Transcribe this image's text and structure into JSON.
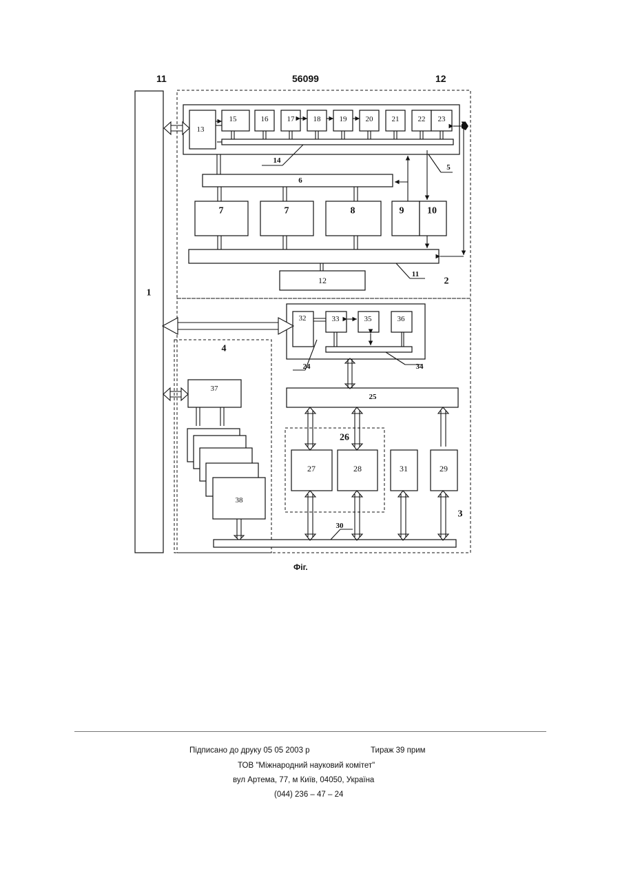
{
  "header": {
    "left": "11",
    "center": "56099",
    "right": "12"
  },
  "figure_caption": "Фіг.",
  "blocks": {
    "b1": "1",
    "b2": "2",
    "b3": "3",
    "b4": "4",
    "b5": "5",
    "b6": "6",
    "b7a": "7",
    "b7b": "7",
    "b8": "8",
    "b9": "9",
    "b10": "10",
    "b11": "11",
    "b12": "12",
    "b13": "13",
    "b14": "14",
    "b15": "15",
    "b16": "16",
    "b17": "17",
    "b18": "18",
    "b19": "19",
    "b20": "20",
    "b21": "21",
    "b22": "22",
    "b23": "23",
    "b24": "24",
    "b25": "25",
    "b26": "26",
    "b27": "27",
    "b28": "28",
    "b29": "29",
    "b30": "30",
    "b31": "31",
    "b32": "32",
    "b33": "33",
    "b34": "34",
    "b35": "35",
    "b36": "36",
    "b37": "37",
    "b38": "38"
  },
  "footer": {
    "signed": "Підписано до друку 05 05 2003 р",
    "circulation": "Тираж 39 прим",
    "org": "ТОВ \"Міжнародний науковий комітет\"",
    "address": "вул  Артема, 77, м  Київ, 04050, Україна",
    "phone": "(044) 236 – 47 – 24"
  }
}
